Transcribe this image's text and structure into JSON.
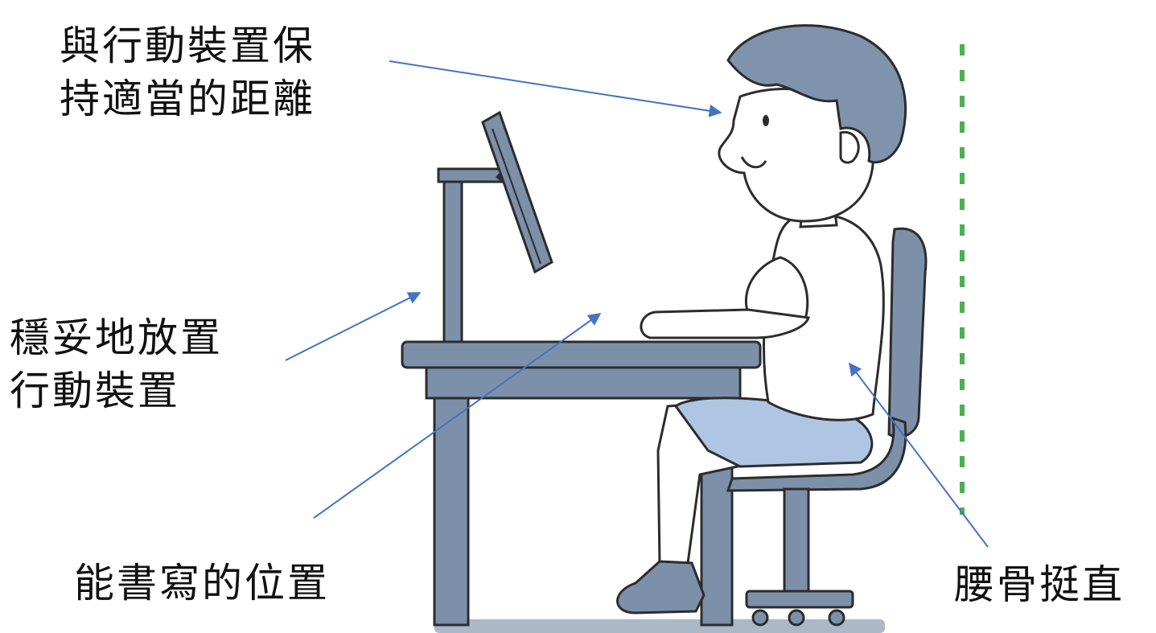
{
  "labels": {
    "distance": {
      "line1": "與行動裝置保",
      "line2": "持適當的距離"
    },
    "stable": {
      "line1": "穩妥地放置",
      "line2": "行動裝置"
    },
    "write": {
      "line1": "能書寫的位置"
    },
    "waist": {
      "line1": "腰骨挺直"
    }
  },
  "colors": {
    "arrow": "#4472c4",
    "dashed_line": "#4caf50",
    "furniture": "#7d90aa",
    "hair": "#7f93ad",
    "shorts": "#aec6e4",
    "outline": "#2c2c2c",
    "floor": "#aab8c8"
  },
  "icons": [
    "person-illustration",
    "desk-illustration",
    "chair-illustration",
    "tablet-illustration",
    "vertical-guide-line"
  ]
}
